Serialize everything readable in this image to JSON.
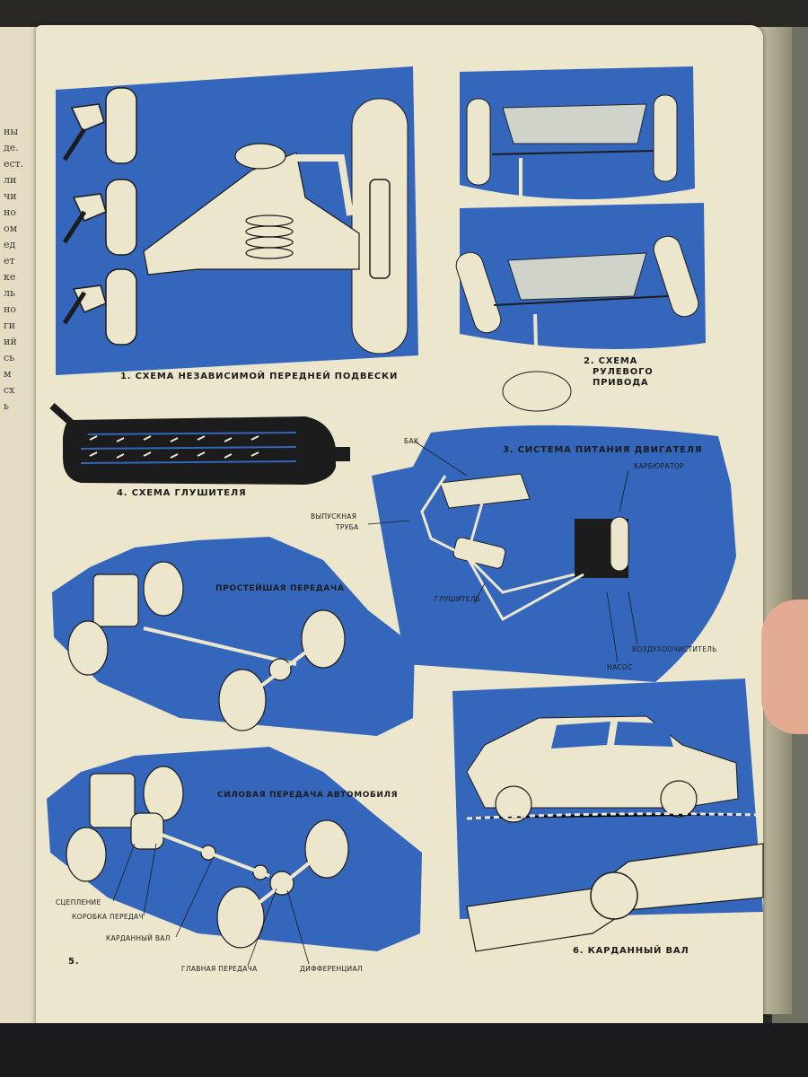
{
  "left_fragments": [
    "ны",
    "де.",
    "ест.",
    "ли",
    "чи",
    "но",
    "ом",
    "ед",
    "ет",
    "ке",
    "ль",
    "но",
    "ги",
    "ий",
    "сь",
    "м",
    "сх",
    "ь"
  ],
  "captions": {
    "fig1": "1. СХЕМА НЕЗАВИСИМОЙ ПЕРЕДНЕЙ ПОДВЕСКИ",
    "fig2_line1": "2. СХЕМА",
    "fig2_line2": "РУЛЕВОГО",
    "fig2_line3": "ПРИВОДА",
    "fig3": "3. СИСТЕМА ПИТАНИЯ ДВИГАТЕЛЯ",
    "fig4": "4. СХЕМА ГЛУШИТЕЛЯ",
    "fig5": "5.",
    "fig6": "6. КАРДАННЫЙ ВАЛ",
    "simple_transmission": "ПРОСТЕЙШАЯ ПЕРЕДАЧА",
    "power_transmission": "СИЛОВАЯ ПЕРЕДАЧА АВТОМОБИЛЯ"
  },
  "labels": {
    "tank": "БАК",
    "carburetor": "КАРБЮРАТОР",
    "exhaust_pipe_1": "ВЫПУСКНАЯ",
    "exhaust_pipe_2": "ТРУБА",
    "muffler": "ГЛУШИТЕЛЬ",
    "air_cleaner": "ВОЗДУХООЧИСТИТЕЛЬ",
    "pump": "НАСОС",
    "clutch": "СЦЕПЛЕНИЕ",
    "gearbox": "КОРОБКА ПЕРЕДАЧ",
    "driveshaft": "КАРДАННЫЙ ВАЛ",
    "final_drive": "ГЛАВНАЯ ПЕРЕДАЧА",
    "differential": "ДИФФЕРЕНЦИАЛ"
  },
  "colors": {
    "blue": "#3466bc",
    "paper": "#ece6cc",
    "ink": "#1c1c1c"
  }
}
